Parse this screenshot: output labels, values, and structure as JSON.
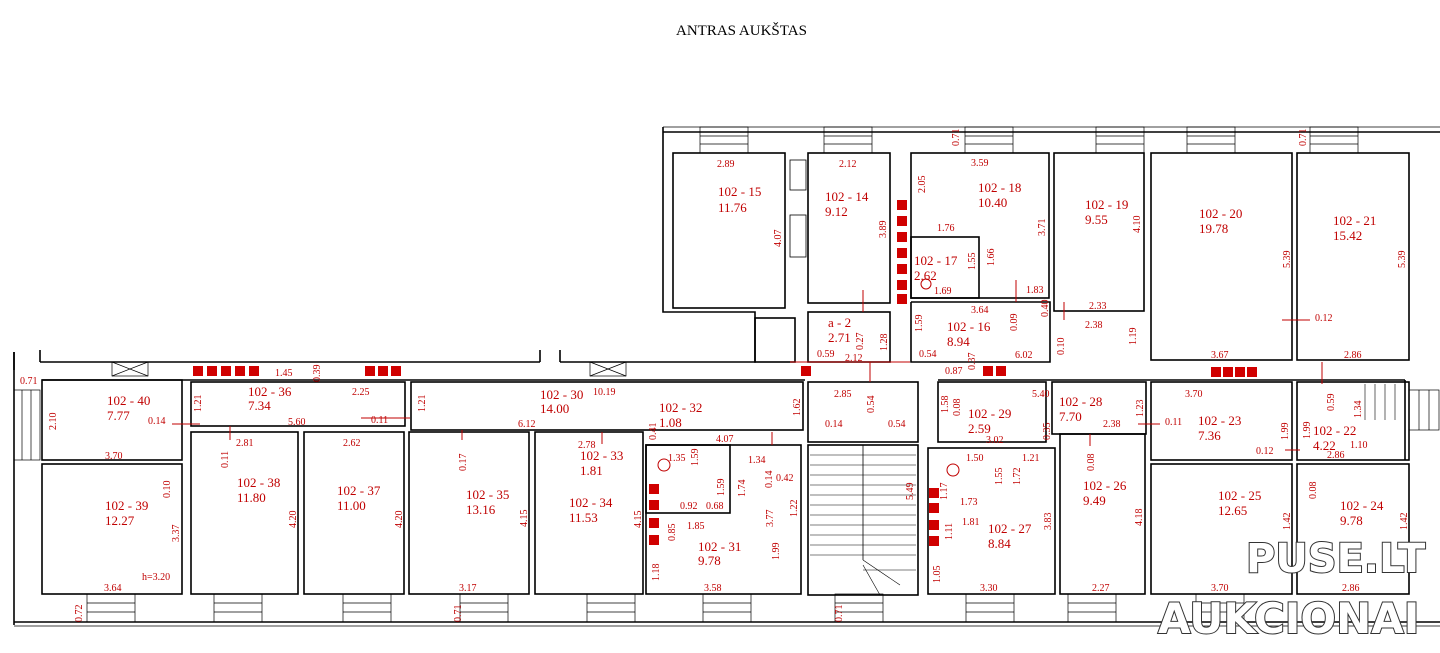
{
  "title": "ANTRAS AUKŠTAS",
  "watermark": {
    "line1": "PUSE.LT",
    "line2": "AUKCIONAI"
  },
  "rooms": [
    {
      "id": "102 - 15",
      "area": "11.76"
    },
    {
      "id": "102 - 14",
      "area": "9.12"
    },
    {
      "id": "102 - 18",
      "area": "10.40"
    },
    {
      "id": "102 - 19",
      "area": "9.55"
    },
    {
      "id": "102 - 20",
      "area": "19.78"
    },
    {
      "id": "102 - 21",
      "area": "15.42"
    },
    {
      "id": "102 - 17",
      "area": "2.62"
    },
    {
      "id": "a - 2",
      "area": "2.71"
    },
    {
      "id": "102 - 16",
      "area": "8.94"
    },
    {
      "id": "102 - 40",
      "area": "7.77"
    },
    {
      "id": "102 - 36",
      "area": "7.34"
    },
    {
      "id": "102 - 30",
      "area": "14.00"
    },
    {
      "id": "102 - 32",
      "area": "1.08"
    },
    {
      "id": "102 - 29",
      "area": "2.59"
    },
    {
      "id": "102 - 28",
      "area": "7.70"
    },
    {
      "id": "102 - 23",
      "area": "7.36"
    },
    {
      "id": "102 - 22",
      "area": "4.22"
    },
    {
      "id": "102 - 33",
      "area": "1.81"
    },
    {
      "id": "102 - 39",
      "area": "12.27"
    },
    {
      "id": "102 - 38",
      "area": "11.80"
    },
    {
      "id": "102 - 37",
      "area": "11.00"
    },
    {
      "id": "102 - 35",
      "area": "13.16"
    },
    {
      "id": "102 - 34",
      "area": "11.53"
    },
    {
      "id": "102 - 31",
      "area": "9.78"
    },
    {
      "id": "102 - 27",
      "area": "8.84"
    },
    {
      "id": "102 - 26",
      "area": "9.49"
    },
    {
      "id": "102 - 25",
      "area": "12.65"
    },
    {
      "id": "102 - 24",
      "area": "9.78"
    }
  ],
  "dimensions": [
    "2.89",
    "2.12",
    "0.71",
    "3.59",
    "0.71",
    "4.07",
    "3.89",
    "2.05",
    "3.71",
    "4.10",
    "5.39",
    "5.39",
    "1.76",
    "1.55",
    "1.66",
    "1.69",
    "1.83",
    "3.64",
    "2.33",
    "2.38",
    "0.40",
    "1.59",
    "1.28",
    "0.27",
    "0.09",
    "0.10",
    "1.19",
    "0.12",
    "0.59",
    "2.12",
    "0.54",
    "6.02",
    "3.67",
    "2.86",
    "0.37",
    "0.87",
    "0.71",
    "2.10",
    "1.45",
    "0.39",
    "2.25",
    "1.21",
    "1.21",
    "10.19",
    "0.14",
    "5.60",
    "0.11",
    "6.12",
    "4.07",
    "0.41",
    "1.62",
    "2.85",
    "0.54",
    "0.14",
    "0.54",
    "1.58",
    "0.08",
    "5.40",
    "1.23",
    "0.35",
    "2.38",
    "0.11",
    "3.70",
    "1.99",
    "0.59",
    "1.34",
    "1.99",
    "1.10",
    "0.12",
    "2.86",
    "3.70",
    "2.81",
    "2.62",
    "2.78",
    "1.35",
    "1.34",
    "0.14",
    "0.42",
    "0.11",
    "0.17",
    "3.02",
    "1.50",
    "1.21",
    "0.10",
    "1.59",
    "0.92",
    "0.68",
    "1.74",
    "1.59",
    "1.85",
    "1.17",
    "1.73",
    "1.55",
    "1.72",
    "0.08",
    "3.37",
    "4.20",
    "4.20",
    "4.15",
    "4.15",
    "0.85",
    "3.77",
    "1.22",
    "1.99",
    "1.11",
    "1.81",
    "3.83",
    "4.18",
    "0.08",
    "1.42",
    "1.42",
    "1.18",
    "1.05",
    "5.49",
    "3.64",
    "h=3.20",
    "3.17",
    "3.58",
    "3.30",
    "2.27",
    "3.70",
    "2.86",
    "0.72",
    "0.71",
    "0.71"
  ]
}
